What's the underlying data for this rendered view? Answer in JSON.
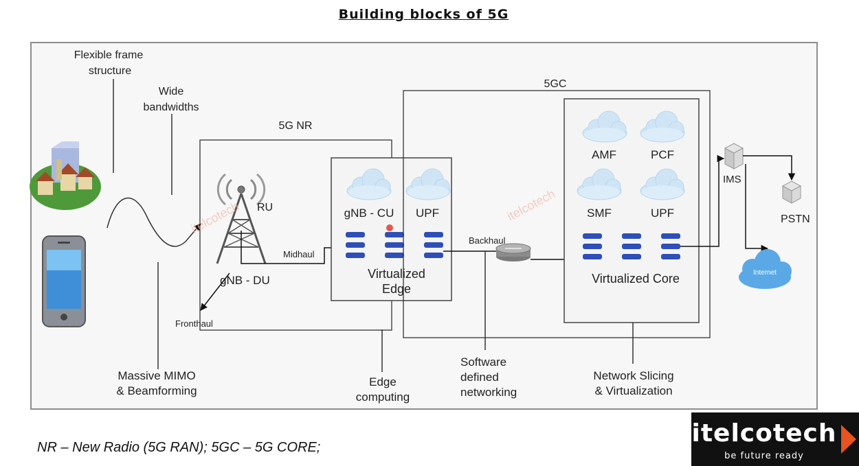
{
  "title": "Building blocks of 5G",
  "footnote": "NR – New Radio (5G RAN);  5GC – 5G CORE;",
  "labels": {
    "flexible_frame_1": "Flexible frame",
    "flexible_frame_2": "structure",
    "wide_bw_1": "Wide",
    "wide_bw_2": "bandwidths",
    "nr": "5G NR",
    "core": "5GC",
    "ru": "RU",
    "gnb_du": "gNB - DU",
    "gnb_cu": "gNB - CU",
    "upf_edge": "UPF",
    "virtualized_edge_1": "Virtualized",
    "virtualized_edge_2": "Edge",
    "midhaul": "Midhaul",
    "backhaul": "Backhaul",
    "fronthaul": "Fronthaul",
    "amf": "AMF",
    "pcf": "PCF",
    "smf": "SMF",
    "upf_core": "UPF",
    "virtualized_core": "Virtualized Core",
    "ims": "IMS",
    "pstn": "PSTN",
    "internet": "Internet",
    "massive_mimo_1": "Massive MIMO",
    "massive_mimo_2": "& Beamforming",
    "edge_computing_1": "Edge",
    "edge_computing_2": "computing",
    "sdn_1": "Software",
    "sdn_2": "defined",
    "sdn_3": "networking",
    "slicing_1": "Network Slicing",
    "slicing_2": "& Virtualization"
  },
  "watermark": "itelcotech",
  "logo": {
    "name": "itelcotech",
    "tagline": "be future ready"
  },
  "colors": {
    "block_blue": "#2e4fb8",
    "cloud": "#cfe5f5",
    "internet_cloud": "#5aa9e6",
    "logo_bg": "#111111",
    "logo_arrow": "#e8531f"
  }
}
